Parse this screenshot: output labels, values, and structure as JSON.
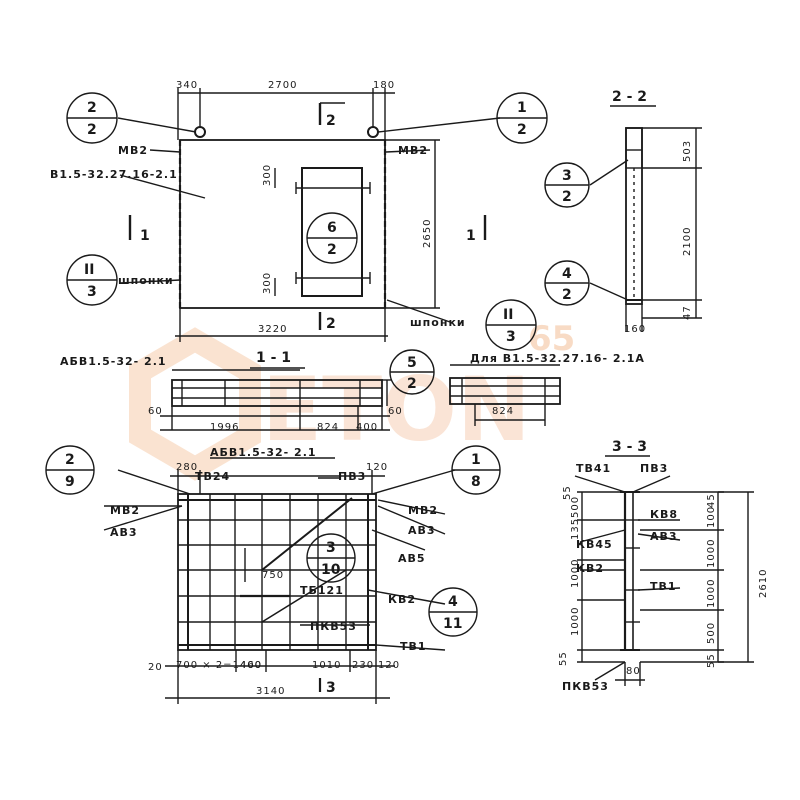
{
  "watermark": {
    "main": "ETON",
    "sup": "65"
  },
  "sections": {
    "s22": "2 - 2",
    "s11": "1 - 1",
    "s33": "3 - 3"
  },
  "elevation": {
    "top_dims": [
      "340",
      "2700",
      "180"
    ],
    "total_width": "3220",
    "height": "2650",
    "open_top": "300",
    "open_bot": "300",
    "mark_left": "МВ2",
    "mark_right": "МВ2",
    "panel_label": "В1.5-32.27.16-2.1",
    "shponki_left": "шпонки",
    "shponki_right": "шпонки",
    "cut2_top": "2",
    "cut2_bot": "2",
    "cut1_left": "1",
    "cut1_right": "1",
    "bubbles": [
      {
        "top": "2",
        "bot": "2"
      },
      {
        "top": "1",
        "bot": "2"
      },
      {
        "top": "6",
        "bot": "2"
      },
      {
        "top": "II",
        "bot": "3"
      },
      {
        "top": "II",
        "bot": "3"
      }
    ]
  },
  "section22": {
    "dims": [
      "503",
      "2100",
      "47"
    ],
    "bottom": "160",
    "bubbles": [
      {
        "top": "3",
        "bot": "2"
      },
      {
        "top": "4",
        "bot": "2"
      }
    ]
  },
  "section11": {
    "label_left": "АБВ1.5-32- 2.1",
    "label_right": "Для В1.5-32.27.16- 2.1А",
    "dims": [
      "60",
      "1996",
      "824",
      "400",
      "60"
    ],
    "dim_detail": "824",
    "bubble": {
      "top": "5",
      "bot": "2"
    }
  },
  "cage": {
    "title": "АБВ1.5-32- 2.1",
    "top_dims": [
      "280",
      "120"
    ],
    "labels": [
      "ТВ24",
      "ПВ3",
      "МВ2",
      "АВ3",
      "МВ2",
      "АВ3",
      "АВ5",
      "КВ2",
      "ПКВ53",
      "ТВ1",
      "ТБ121"
    ],
    "inner_dim": "750",
    "bottom_dims": [
      "20",
      "700 × 2=1400",
      "460",
      "1010",
      "230",
      "120"
    ],
    "total": "3140",
    "cut": "3",
    "bubbles": [
      {
        "top": "2",
        "bot": "9"
      },
      {
        "top": "1",
        "bot": "8"
      },
      {
        "top": "3",
        "bot": "10"
      },
      {
        "top": "4",
        "bot": "11"
      }
    ]
  },
  "section33": {
    "labels": [
      "ТВ41",
      "ПВ3",
      "КВ8",
      "КВ45",
      "АВ3",
      "КВ2",
      "ТВ1",
      "ПКВ53"
    ],
    "left_dims": [
      "500",
      "55",
      "135",
      "1000",
      "1000",
      "55"
    ],
    "right_dims": [
      "45",
      "100",
      "1000",
      "1000",
      "500",
      "55"
    ],
    "total": "2610",
    "bottom": "80"
  }
}
